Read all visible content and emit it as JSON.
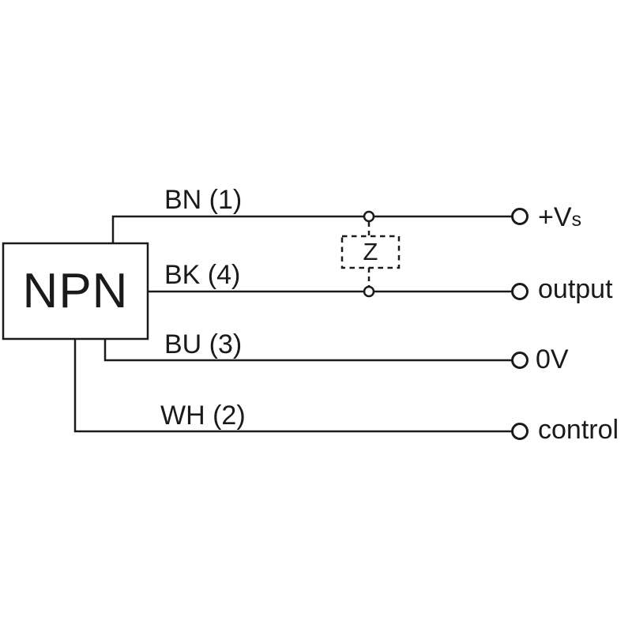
{
  "diagram": {
    "description": "NPN sensor output wiring diagram",
    "device_label": "NPN",
    "impedance_label": "Z",
    "supply_terminal": {
      "full": "+Vs",
      "main": "+V",
      "sub": "s"
    },
    "wires": [
      {
        "label": "BN (1)",
        "terminal": "+Vs"
      },
      {
        "label": "BK (4)",
        "terminal": "output"
      },
      {
        "label": "BU (3)",
        "terminal": "0V"
      },
      {
        "label": "WH (2)",
        "terminal": "control"
      }
    ],
    "colors": {
      "line": "#1a1a1a",
      "background": "#ffffff"
    }
  }
}
